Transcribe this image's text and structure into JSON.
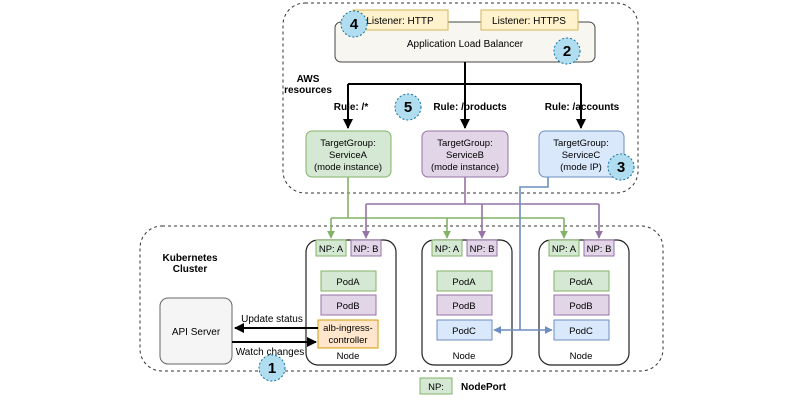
{
  "aws": {
    "region_label_line1": "AWS",
    "region_label_line2": "resources",
    "listener_http": "Listener: HTTP",
    "listener_https": "Listener: HTTPS",
    "alb_label": "Application Load Balancer",
    "rules": [
      "Rule: /*",
      "Rule: /products",
      "Rule: /accounts"
    ],
    "target_groups": [
      {
        "line1": "TargetGroup:",
        "line2": "ServiceA",
        "line3": "(mode instance)"
      },
      {
        "line1": "TargetGroup:",
        "line2": "ServiceB",
        "line3": "(mode instance)"
      },
      {
        "line1": "TargetGroup:",
        "line2": "ServiceC",
        "line3": "(mode IP)"
      }
    ]
  },
  "cluster": {
    "label_line1": "Kubernetes",
    "label_line2": "Cluster",
    "api_server": "API Server",
    "update_status": "Update status",
    "watch_changes": "Watch changes",
    "np_a": "NP: A",
    "np_b": "NP: B",
    "pod_a": "PodA",
    "pod_b": "PodB",
    "pod_c": "PodC",
    "controller_line1": "alb-ingress-",
    "controller_line2": "controller",
    "node_label": "Node"
  },
  "legend": {
    "swatch_label": "NP:",
    "text": "NodePort"
  },
  "badges": [
    "1",
    "2",
    "3",
    "4",
    "5"
  ],
  "colors": {
    "green_fill": "#d5e8d4",
    "purple_fill": "#e1d5e7",
    "blue_fill": "#dae8fc",
    "badge_fill": "#b1ddf0"
  }
}
